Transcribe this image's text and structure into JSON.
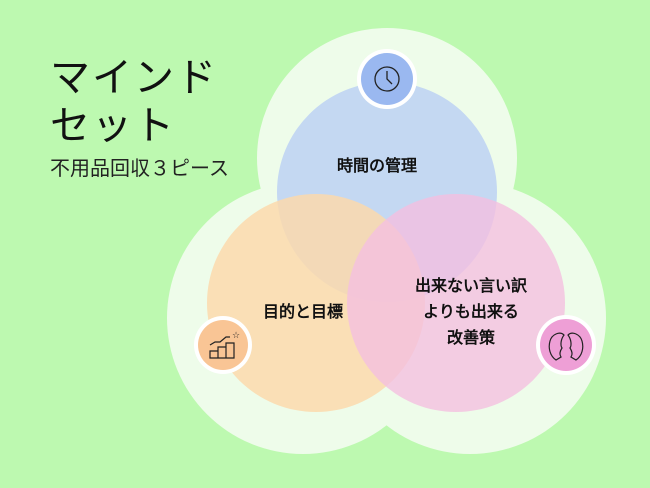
{
  "title": {
    "line1": "マインド",
    "line2": "セット"
  },
  "subtitle": "不用品回収３ピース",
  "circles": [
    {
      "label": "時間の管理",
      "icon": "clock-icon",
      "color": "#c4d8f2",
      "icon_bg": "#9ab8f0"
    },
    {
      "label": "目的と目標",
      "icon": "growth-chart-icon",
      "color": "#fbd9ad",
      "icon_bg": "#f9c595"
    },
    {
      "label_lines": [
        "出来ない言い訳",
        "よりも出来る",
        "改善策"
      ],
      "icon": "two-heads-icon",
      "color": "#f4c0e0",
      "icon_bg": "#ee9fd6"
    }
  ]
}
